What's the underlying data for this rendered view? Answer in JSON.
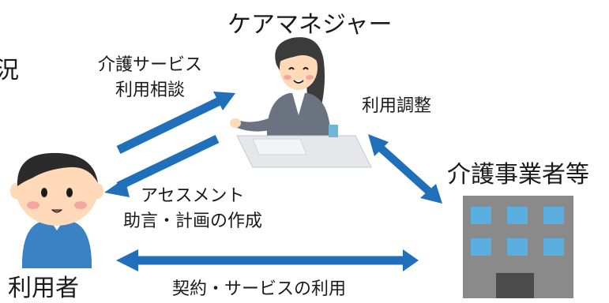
{
  "nodes": {
    "care_manager": {
      "label": "ケアマネジャー"
    },
    "user": {
      "label": "利用者"
    },
    "provider": {
      "label": "介護事業者等"
    }
  },
  "edges": {
    "consultation": {
      "label_line1": "介護サービス",
      "label_line2": "利用相談"
    },
    "assessment": {
      "label_line1": "アセスメント",
      "label_line2": "助言・計画の作成"
    },
    "coordination": {
      "label": "利用調整"
    },
    "contract": {
      "label": "契約・サービスの利用"
    }
  },
  "partial_text": {
    "left_edge": "況"
  },
  "colors": {
    "arrow": "#1f6fba",
    "skin": "#ffd9b8",
    "hair": "#3b3b3b",
    "building": "#8a8a8a",
    "window": "#5aaee0"
  }
}
